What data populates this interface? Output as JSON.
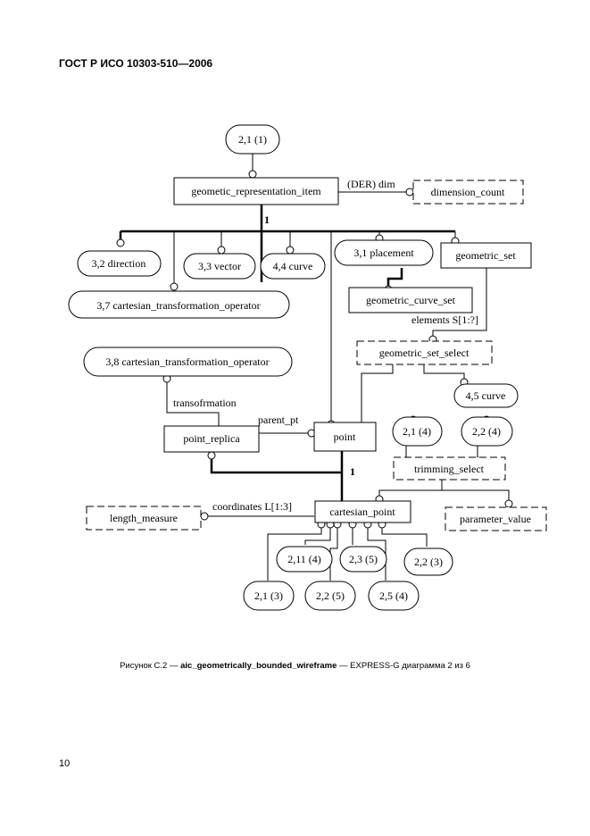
{
  "header": {
    "standard": "ГОСТ Р ИСО 10303-510—2006"
  },
  "caption": {
    "prefix": "Рисунок С.2 — ",
    "entity": "aic_geometrically_bounded_wireframe",
    "suffix": " — EXPRESS-G диаграмма 2 из 6"
  },
  "page_number": "10",
  "diagram": {
    "page_refs": {
      "r21_1": "2,1 (1)",
      "r32": "3,2 direction",
      "r33": "3,3 vector",
      "r44": "4,4 curve",
      "r31": "3,1 placement",
      "r37": "3,7 cartesian_transformation_operator",
      "r38": "3,8 cartesian_transformation_operator",
      "r45": "4,5 curve",
      "r21_4": "2,1 (4)",
      "r22_4": "2,2 (4)",
      "r211_4": "2,11 (4)",
      "r23_5": "2,3 (5)",
      "r22_3": "2,2 (3)",
      "r21_3": "2,1 (3)",
      "r22_5": "2,2 (5)",
      "r25_4": "2,5 (4)"
    },
    "entities": {
      "gri": "geometic_representation_item",
      "geometric_set": "geometric_set",
      "geometric_curve_set": "geometric_curve_set",
      "point_replica": "point_replica",
      "point": "point",
      "cartesian_point": "cartesian_point"
    },
    "types": {
      "dimension_count": "dimension_count",
      "geometric_set_select": "geometric_set_select",
      "trimming_select": "trimming_select",
      "length_measure": "length_measure",
      "parameter_value": "parameter_value"
    },
    "labels": {
      "der_dim": "(DER) dim",
      "one_top": "1",
      "elements": "elements S[1:?]",
      "transformation": "transofrmation",
      "parent_pt": "parent_pt",
      "one_bottom": "1",
      "coordinates": "coordinates L[1:3]"
    }
  }
}
